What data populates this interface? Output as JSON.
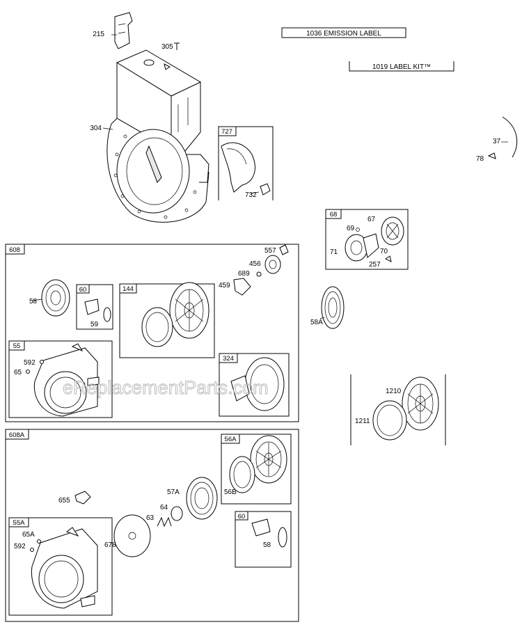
{
  "watermark": "eReplacementParts.com",
  "notes": {
    "emission_label": "1036 EMISSION LABEL",
    "label_kit": "1019 LABEL KIT™"
  },
  "groups": {
    "g608": "608",
    "g608a": "608A",
    "g60": "60",
    "g144": "144",
    "g55": "55",
    "g324": "324",
    "g727": "727",
    "g68": "68",
    "g56a": "56A",
    "g60b": "60",
    "g55a": "55A"
  },
  "labels": {
    "p215": "215",
    "p305": "305",
    "p304": "304",
    "p732": "732",
    "p37": "37",
    "p78": "78",
    "p69": "69",
    "p67": "67",
    "p71": "71",
    "p70": "70",
    "p257": "257",
    "p58": "58",
    "p59": "59",
    "p592": "592",
    "p65": "65",
    "p557": "557",
    "p456": "456",
    "p689": "689",
    "p459": "459",
    "p58a": "58A",
    "p1210": "1210",
    "p1211": "1211",
    "p655": "655",
    "p57a": "57A",
    "p64": "64",
    "p63": "63",
    "p678": "678",
    "p56b": "56B",
    "p58b": "58",
    "p65a": "65A",
    "p592b": "592"
  }
}
